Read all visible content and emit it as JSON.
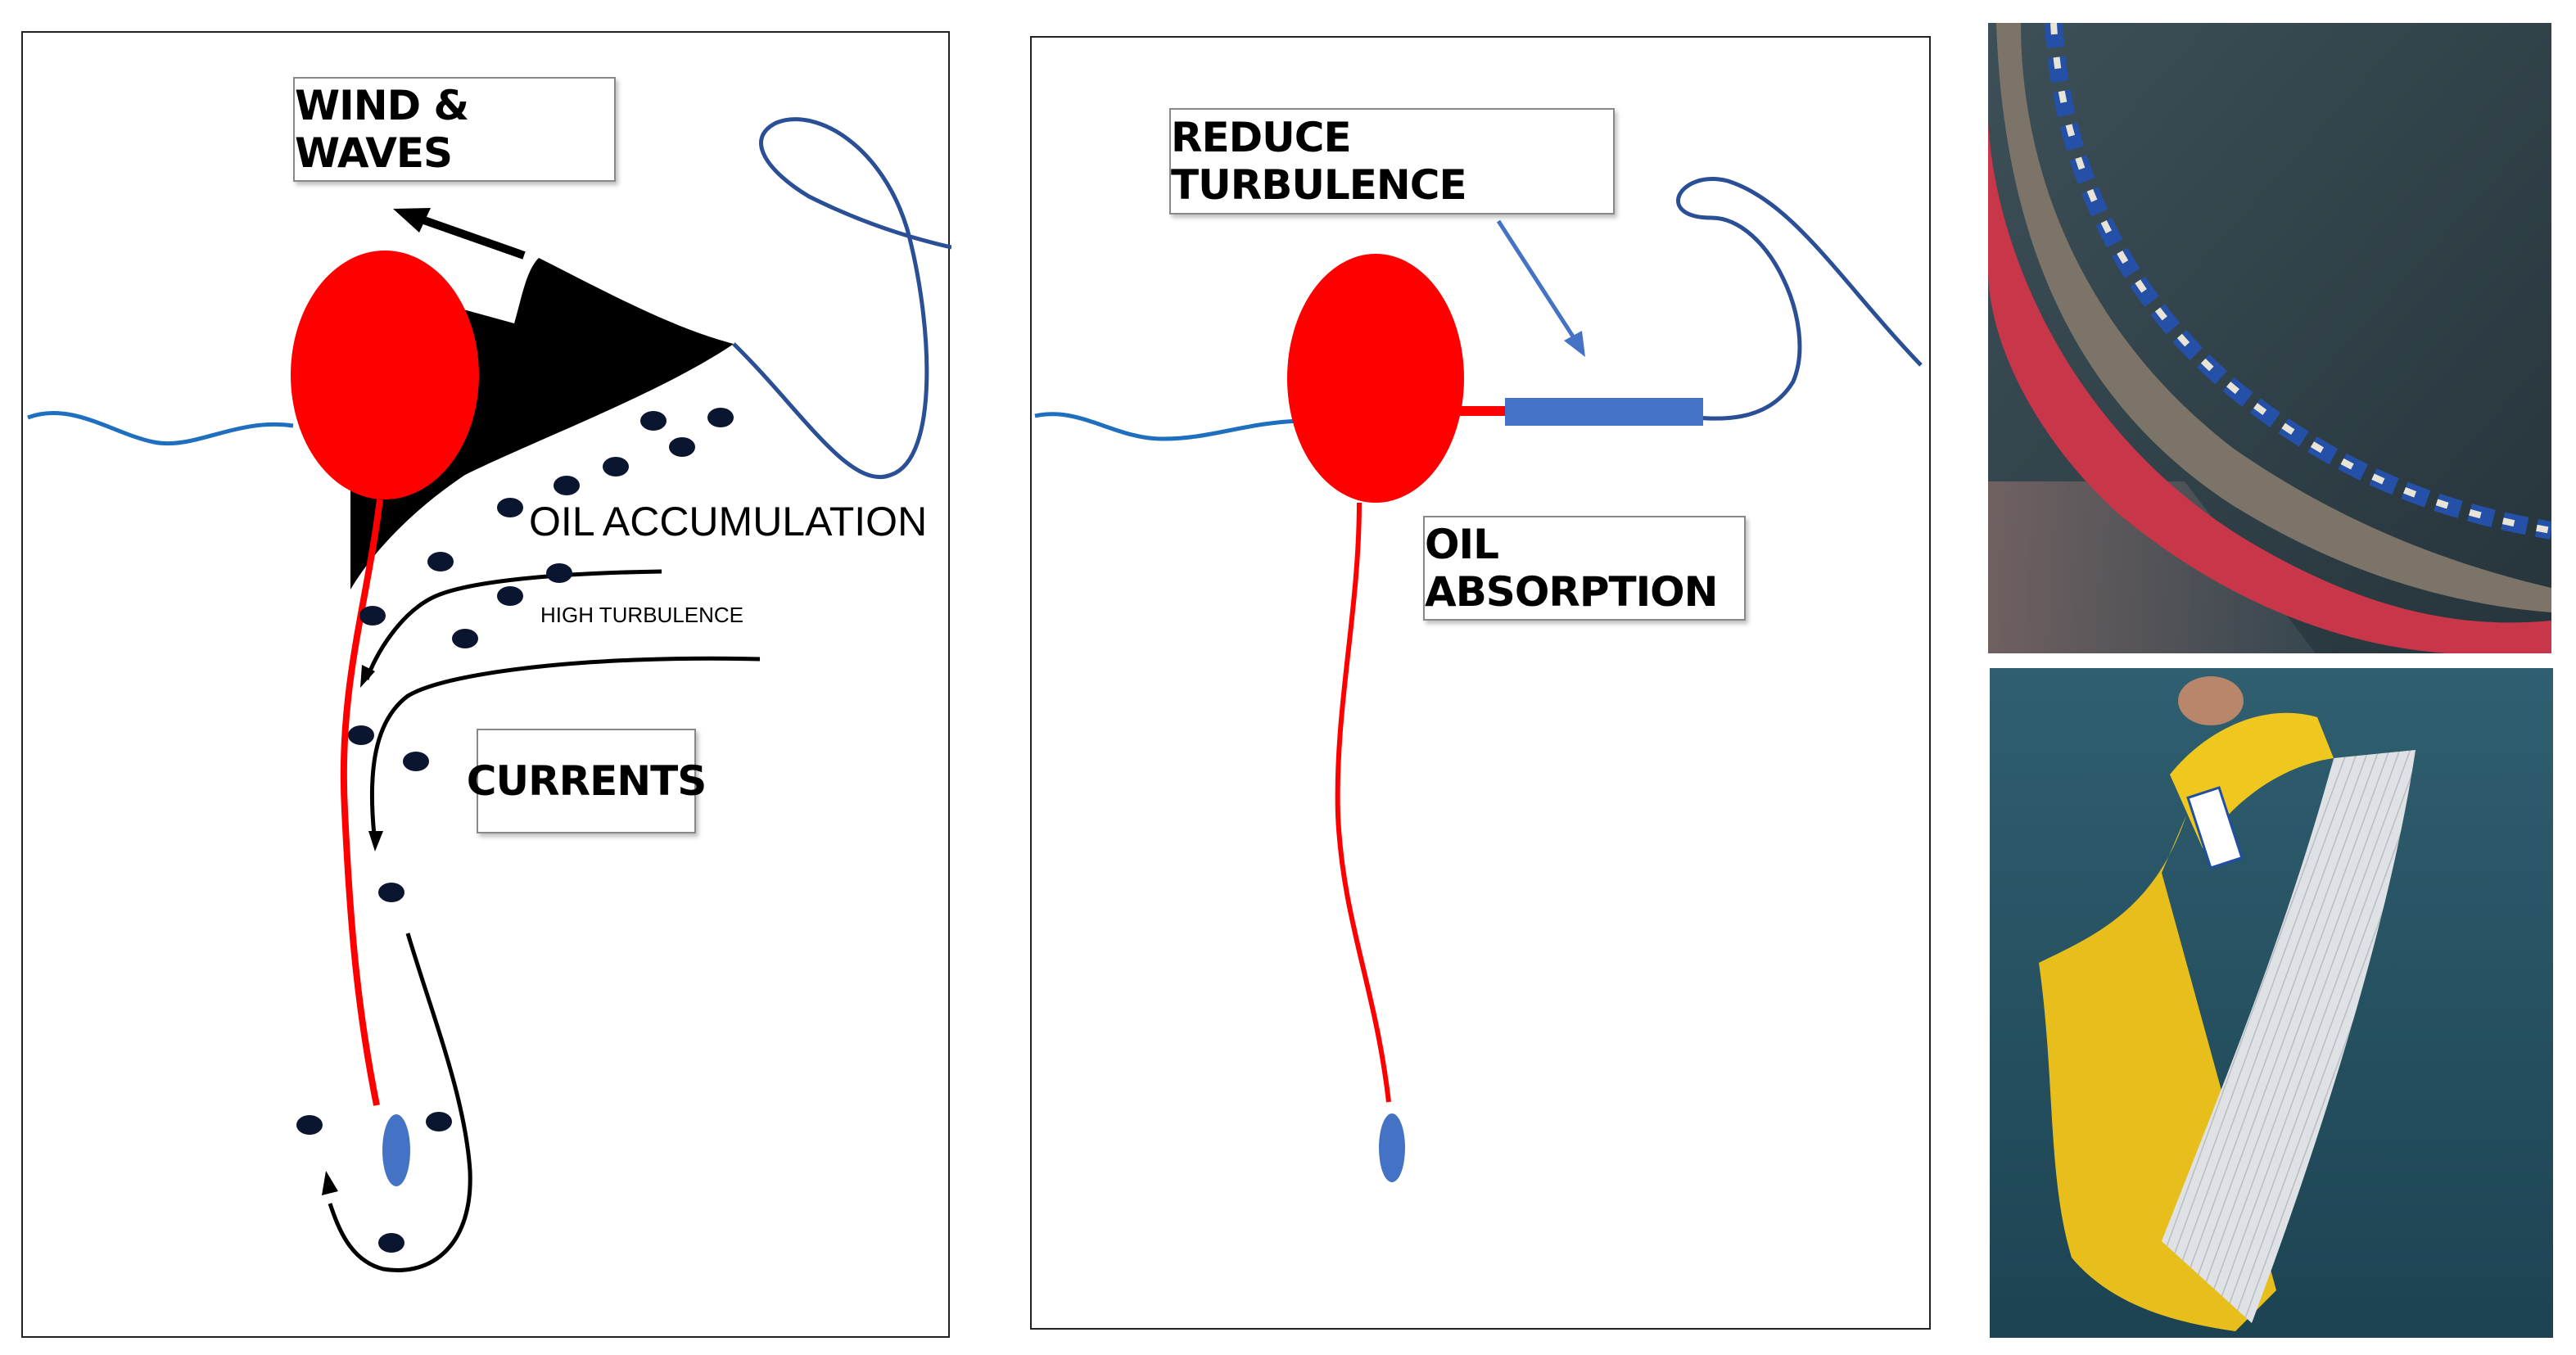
{
  "left_diagram": {
    "labels": {
      "wind_waves": "WIND & WAVES",
      "oil_accumulation": "OIL ACCUMULATION",
      "high_turbulence": "HIGH TURBULENCE",
      "currents": "CURRENTS"
    }
  },
  "middle_diagram": {
    "labels": {
      "reduce_turbulence": "REDUCE TURBULENCE",
      "oil_absorption": "OIL ABSORPTION"
    }
  },
  "colors": {
    "buoy": "#ff0000",
    "boom_skirt": "#000000",
    "water_line": "#1f6fc0",
    "tether": "#2a4f96",
    "oil_droplet": "#0a1530",
    "anchor_weight": "#4472c4",
    "absorbent_boom": "#4472c4",
    "mooring_line": "#ff0000"
  },
  "photos": [
    {
      "name": "contained-boom-photo",
      "icon": "boom-in-water-photo"
    },
    {
      "name": "absorbent-boom-photo",
      "icon": "yellow-boom-photo"
    }
  ]
}
